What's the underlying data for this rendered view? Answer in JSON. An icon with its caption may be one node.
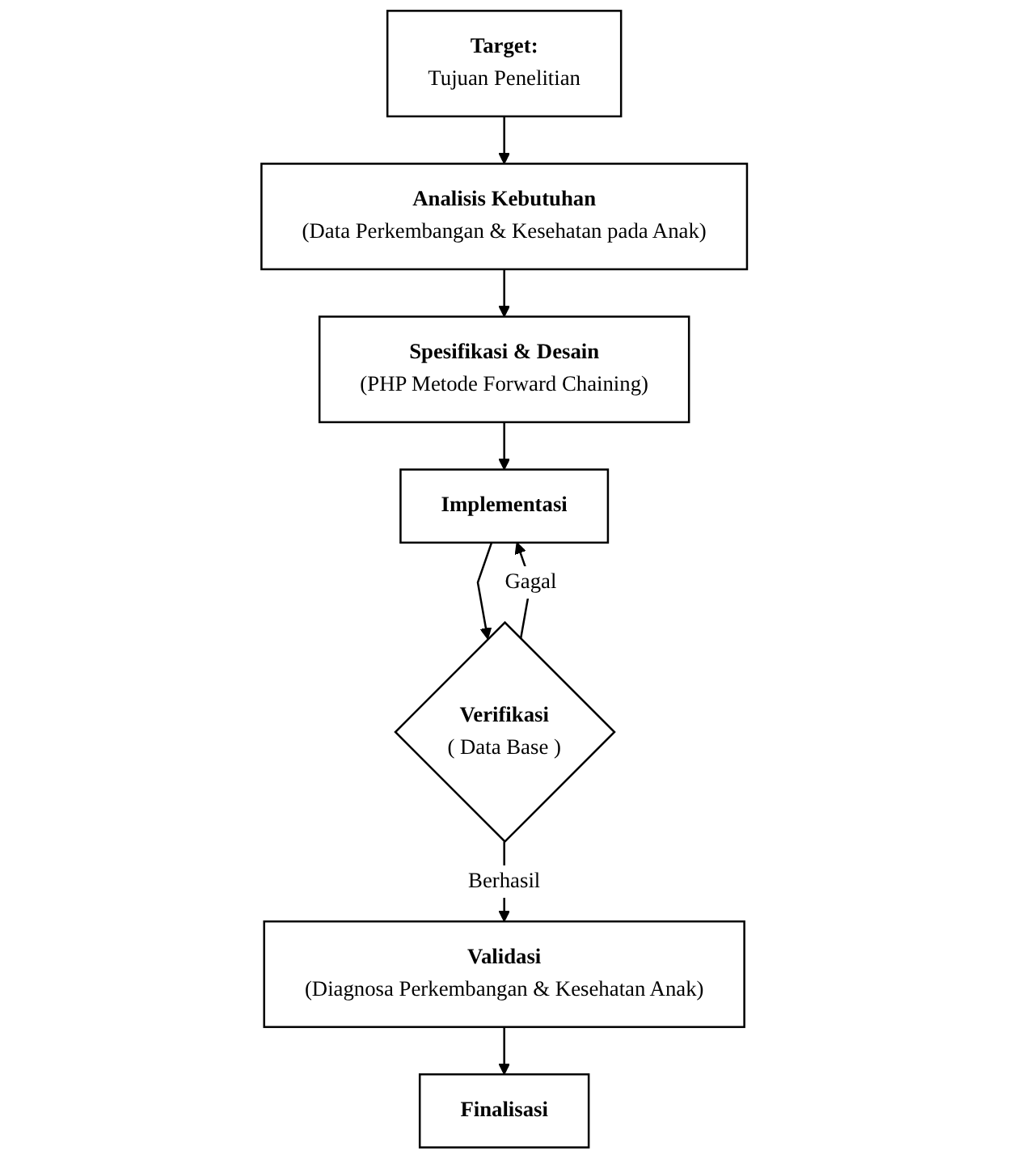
{
  "diagram": {
    "nodes": [
      {
        "text": [
          "Target:",
          "Tujuan Penelitian"
        ]
      },
      {
        "text": [
          "Analisis Kebutuhan",
          "(Data Perkembangan & Kesehatan pada Anak)"
        ]
      },
      {
        "text": [
          "Spesifikasi & Desain",
          "(PHP Metode Forward Chaining)"
        ]
      },
      {
        "text": [
          "Implementasi"
        ]
      },
      {
        "text": [
          "Verifikasi",
          "( Data Base )"
        ]
      },
      {
        "text": [
          "Validasi",
          "(Diagnosa Perkembangan & Kesehatan Anak)"
        ]
      },
      {
        "text": [
          "Finalisasi"
        ]
      }
    ],
    "edges": [
      {
        "from": 0,
        "to": 1,
        "arrow": "to"
      },
      {
        "from": 1,
        "to": 2,
        "arrow": "to"
      },
      {
        "from": 2,
        "to": 3,
        "arrow": "to"
      },
      {
        "from": 3,
        "to": 4,
        "arrow": "to"
      },
      {
        "from": 4,
        "to": 3,
        "arrow": "to",
        "label": "Gagal"
      },
      {
        "from": 4,
        "to": 5,
        "arrow": "to",
        "label": "Berhasil"
      },
      {
        "from": 5,
        "to": 6,
        "arrow": "to"
      }
    ]
  }
}
